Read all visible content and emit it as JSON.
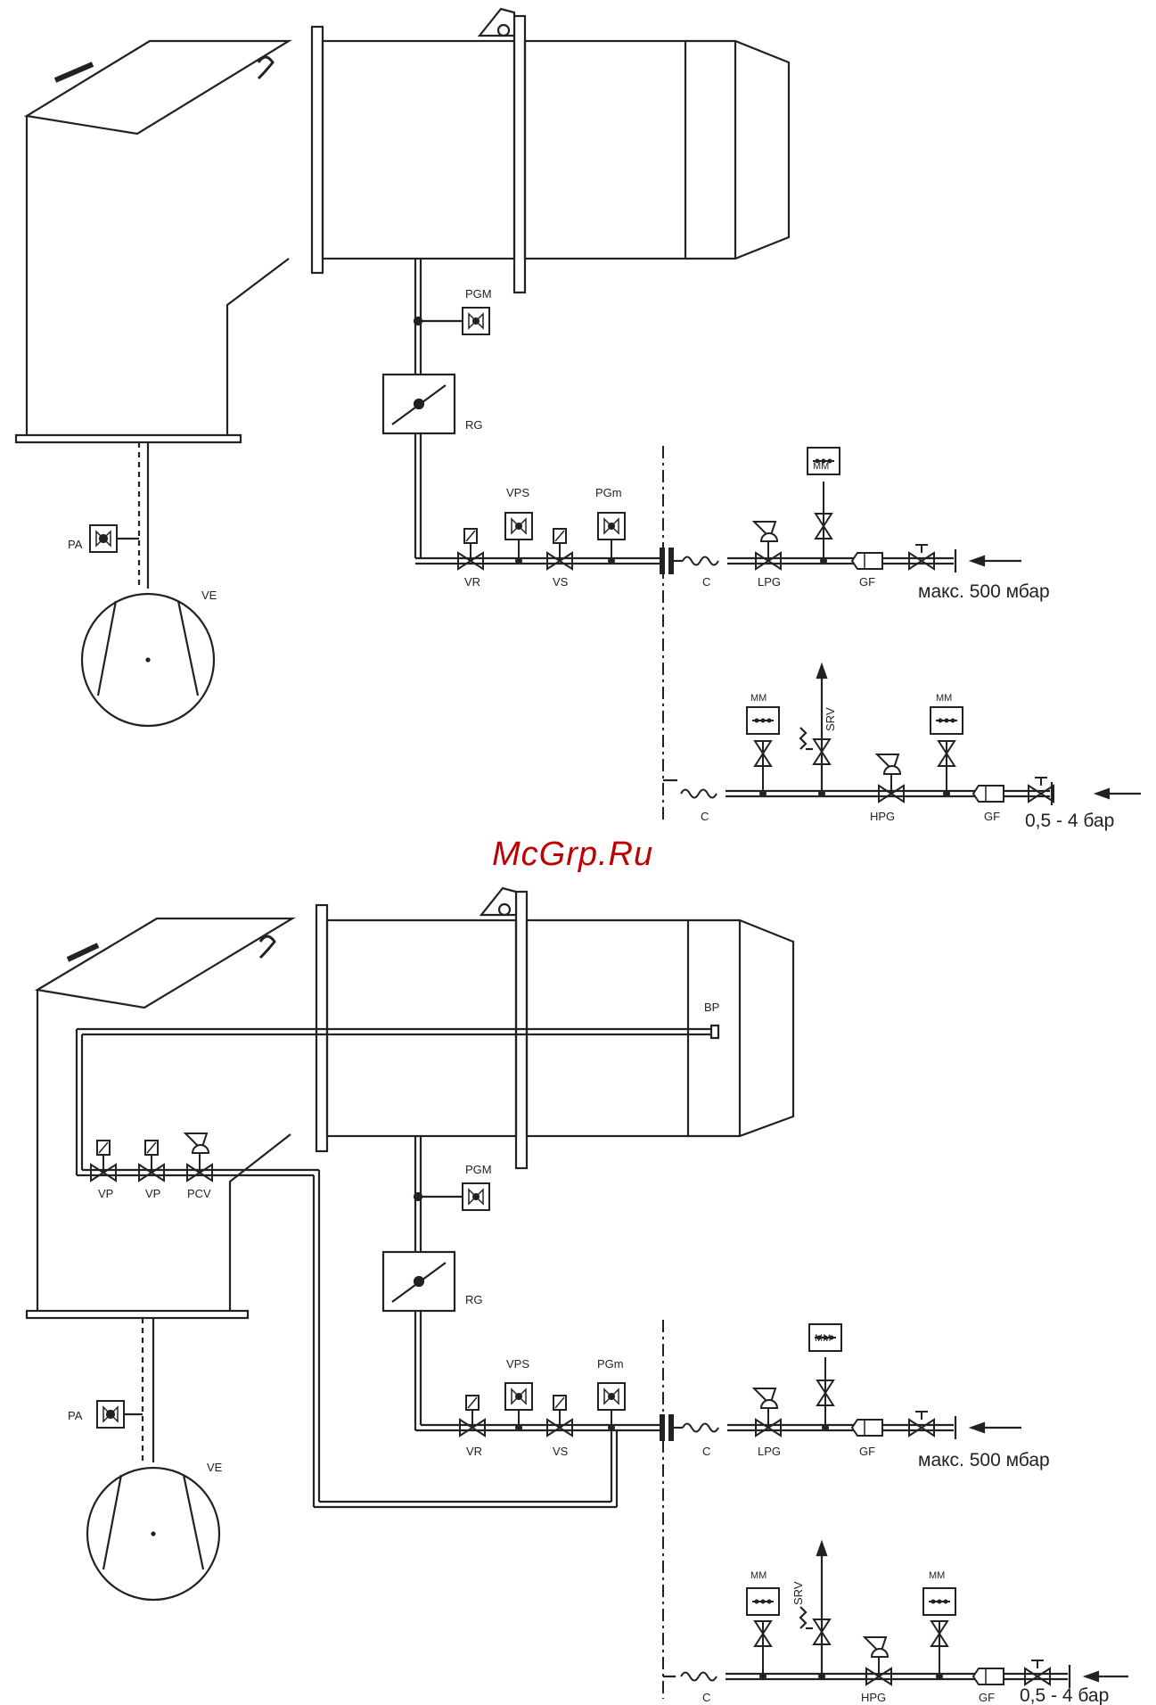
{
  "watermark": "McGrp.Ru",
  "diagram_top": {
    "labels": {
      "pgm": "PGM",
      "rg": "RG",
      "pa": "PA",
      "ve": "VE",
      "vps": "VPS",
      "pgm_low": "PGm",
      "vr": "VR",
      "vs": "VS",
      "c": "C",
      "lpg": "LPG",
      "gf": "GF",
      "mm": "MM",
      "srv": "SRV",
      "hpg": "HPG"
    },
    "pressure_low": "макс. 500 мбар",
    "pressure_high": "0,5 - 4 бар"
  },
  "diagram_bottom": {
    "labels": {
      "bp": "BP",
      "vp1": "VP",
      "vp2": "VP",
      "pcv": "PCV",
      "pgm": "PGM",
      "rg": "RG",
      "pa": "PA",
      "ve": "VE",
      "vps": "VPS",
      "pgm_low": "PGm",
      "vr": "VR",
      "vs": "VS",
      "c": "C",
      "lpg": "LPG",
      "gf": "GF",
      "mm": "MM",
      "srv": "SRV",
      "hpg": "HPG"
    },
    "pressure_low": "макс. 500 мбар",
    "pressure_high": "0,5 - 4 бар"
  }
}
